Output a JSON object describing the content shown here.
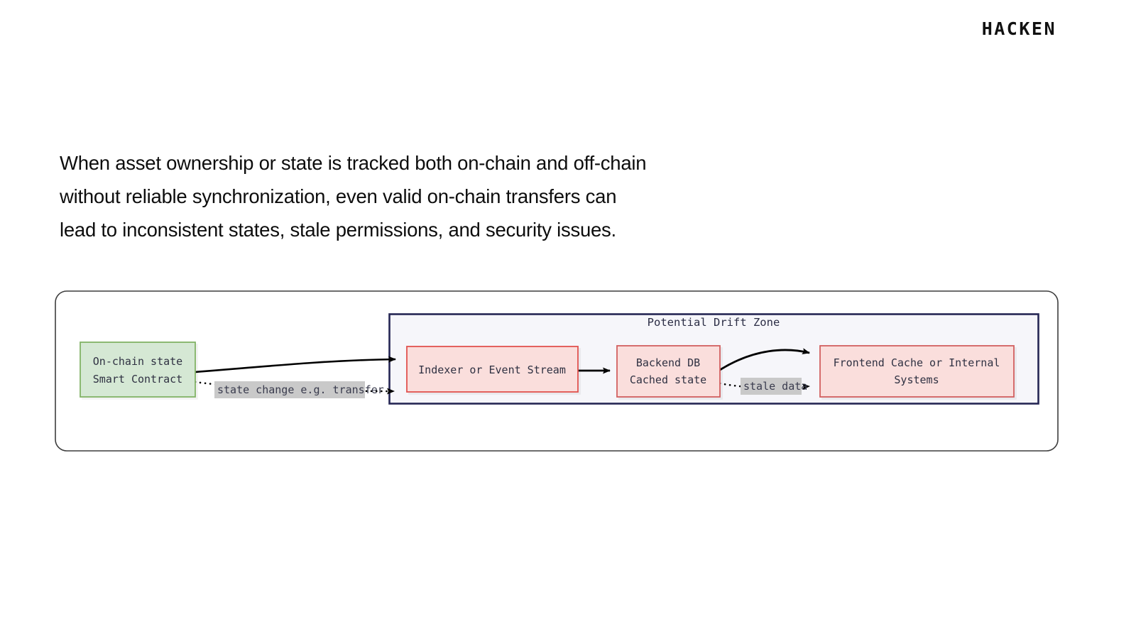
{
  "brand": {
    "name": "HACKEN"
  },
  "lead": {
    "text": "When asset ownership or state is tracked both on-chain and off-chain\nwithout reliable synchronization, even valid on-chain transfers can\nlead to inconsistent states, stale permissions, and security issues."
  },
  "diagram": {
    "zone": {
      "title": "Potential Drift Zone",
      "fill": "#f6f6fa",
      "stroke": "#252654"
    },
    "frame": {
      "stroke": "#3d3d3d",
      "fill": "#ffffff"
    },
    "nodes": [
      {
        "id": "on-chain-state",
        "line1": "On-chain state",
        "line2": "Smart Contract",
        "fill": "#d5e8d4",
        "stroke": "#82b366"
      },
      {
        "id": "indexer-or-event-stream",
        "line1": "Indexer or Event Stream",
        "line2": "",
        "fill": "#fadedc",
        "stroke": "#e1524f"
      },
      {
        "id": "backend-db",
        "line1": "Backend DB",
        "line2": "Cached state",
        "fill": "#fadedc",
        "stroke": "#d2605f"
      },
      {
        "id": "frontend-cache",
        "line1": "Frontend Cache or Internal",
        "line2": "Systems",
        "fill": "#fadedc",
        "stroke": "#d2605f"
      }
    ],
    "edges": [
      {
        "id": "state-change-solid",
        "label": "",
        "style": "solid"
      },
      {
        "id": "state-change-dotted",
        "label": "state change e.g. transfer",
        "style": "dotted"
      },
      {
        "id": "indexer-to-backend",
        "label": "",
        "style": "solid"
      },
      {
        "id": "backend-to-frontend-solid",
        "label": "",
        "style": "solid"
      },
      {
        "id": "backend-to-frontend-dotted",
        "label": "stale data",
        "style": "dotted"
      }
    ],
    "label_background": "#c9c9c9",
    "edge_color": "#000000"
  }
}
